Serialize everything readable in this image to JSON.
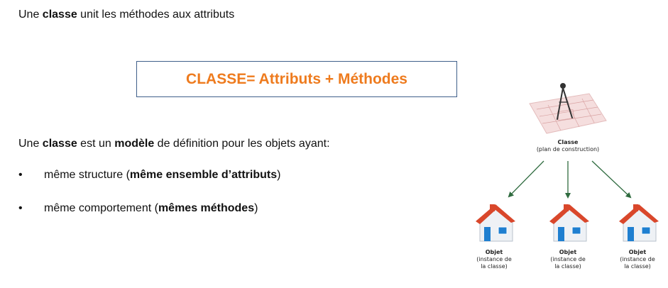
{
  "intro": {
    "pre": "Une ",
    "bold": "classe",
    "post": " unit les méthodes aux attributs"
  },
  "formula": "CLASSE= Attributs + Méthodes",
  "definition": {
    "pre": "Une ",
    "bold1": "classe",
    "mid": " est un ",
    "bold2": "modèle",
    "post": " de définition pour les objets ayant:"
  },
  "bullets": [
    {
      "marker": "•",
      "pre": "même structure (",
      "bold": "même ensemble d’attributs",
      "post": ")"
    },
    {
      "marker": "•",
      "pre": "même comportement (",
      "bold": "mêmes méthodes",
      "post": ")"
    }
  ],
  "diagram": {
    "class_title": "Classe",
    "class_subtitle": "(plan de construction)",
    "objects": [
      {
        "title": "Objet",
        "line1": "(instance de",
        "line2": "la classe)"
      },
      {
        "title": "Objet",
        "line1": "(instance de",
        "line2": "la classe)"
      },
      {
        "title": "Objet",
        "line1": "(instance de",
        "line2": "la classe)"
      }
    ],
    "colors": {
      "roof": "#d9472b",
      "wall": "#eef1f5",
      "window": "#1f7fd0",
      "arrow": "#2f6b3f",
      "accent": "#ee7b1e"
    }
  }
}
